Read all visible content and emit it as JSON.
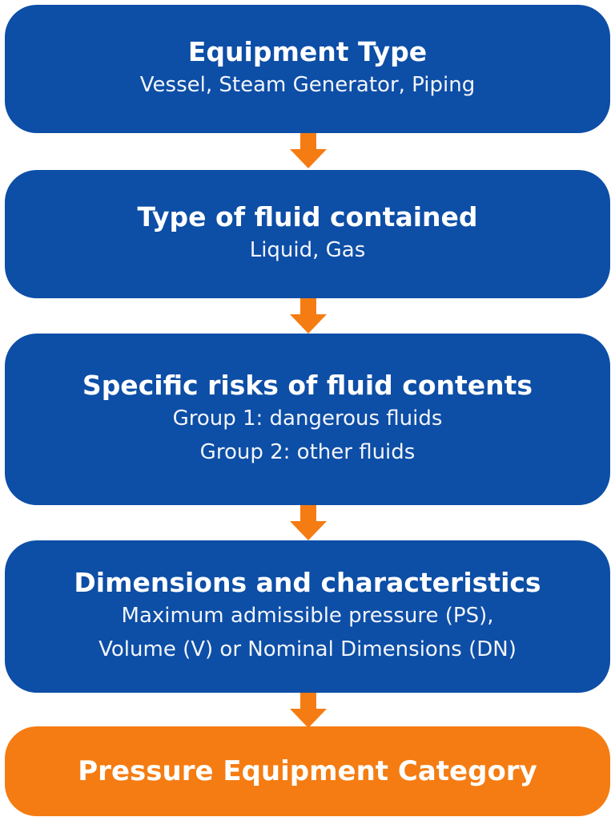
{
  "steps": [
    {
      "title": "Equipment Type",
      "lines": [
        "Vessel, Steam Generator, Piping"
      ]
    },
    {
      "title": "Type of fluid contained",
      "lines": [
        "Liquid, Gas"
      ]
    },
    {
      "title": "Specific risks of fluid contents",
      "lines": [
        "Group 1: dangerous fluids",
        "Group 2: other fluids"
      ]
    },
    {
      "title": "Dimensions and characteristics",
      "lines": [
        "Maximum admissible pressure (PS),",
        "Volume (V) or Nominal Dimensions (DN)"
      ]
    }
  ],
  "result": {
    "title": "Pressure Equipment Category"
  },
  "colors": {
    "step_box": "#0d4ea6",
    "result_box": "#f57c12",
    "arrow": "#f57c12",
    "text": "#ffffff"
  }
}
